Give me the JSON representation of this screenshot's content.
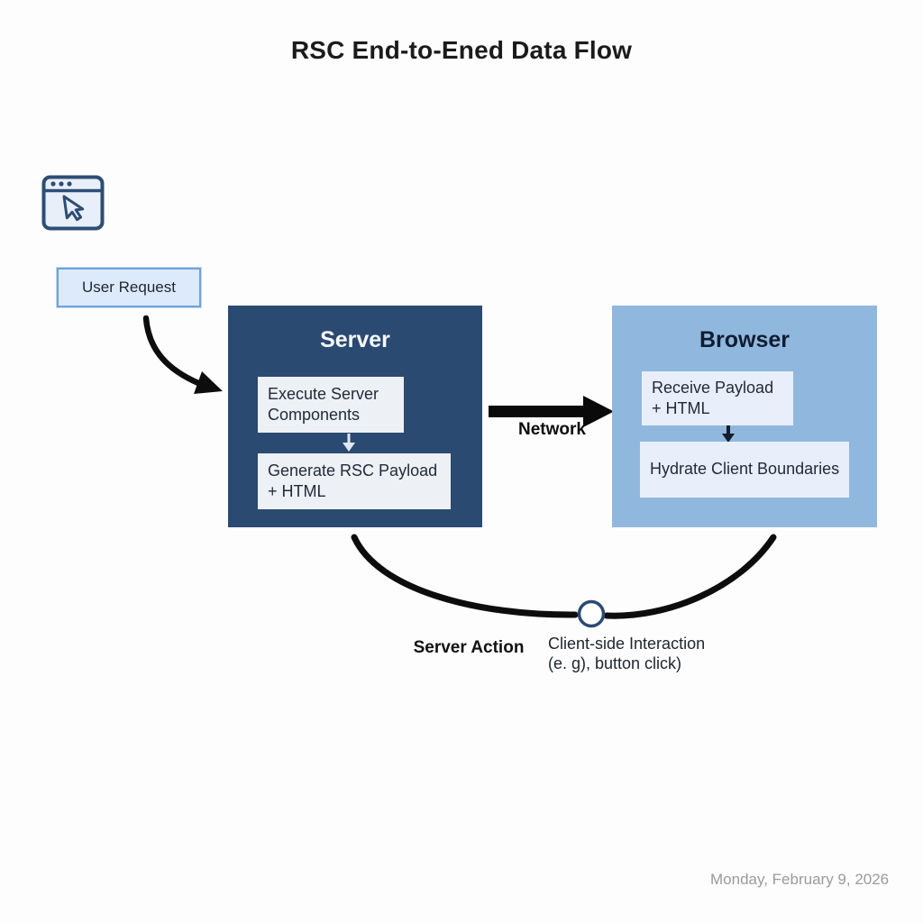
{
  "title": "RSC End-to-Ened Data Flow",
  "user_request": {
    "label": "User Request"
  },
  "server": {
    "title": "Server",
    "steps": [
      "Execute Server Components",
      "Generate RSC Payload + HTML"
    ]
  },
  "network": {
    "label": "Network"
  },
  "browser": {
    "title": "Browser",
    "steps": [
      "Receive Payload + HTML",
      "Hydrate Client Boundaries"
    ]
  },
  "bottom_loop": {
    "server_action_label": "Server Action",
    "client_interaction_line1": "Client-side Interaction",
    "client_interaction_line2": "(e. g), button click)"
  },
  "footer": {
    "date": "Monday, February 9, 2026"
  },
  "icons": {
    "browser_window": "browser-window-icon",
    "cursor": "cursor-arrow-icon",
    "down_arrow": "down-arrow-icon",
    "network_arrow": "network-arrow-icon",
    "curved_arrow": "curved-arrow-icon",
    "loop_circle": "loop-node-circle"
  },
  "colors": {
    "server_fill": "#2b4a72",
    "browser_fill": "#90b8de",
    "inner_box_light": "#edf0f4",
    "inner_box_blue": "#e8eefa",
    "user_request_fill": "#ddeafb",
    "user_request_border": "#6fa3d9",
    "arrow_black": "#0d0d0d",
    "circle_stroke": "#2b4a72",
    "date_gray": "#9a9a9a"
  }
}
